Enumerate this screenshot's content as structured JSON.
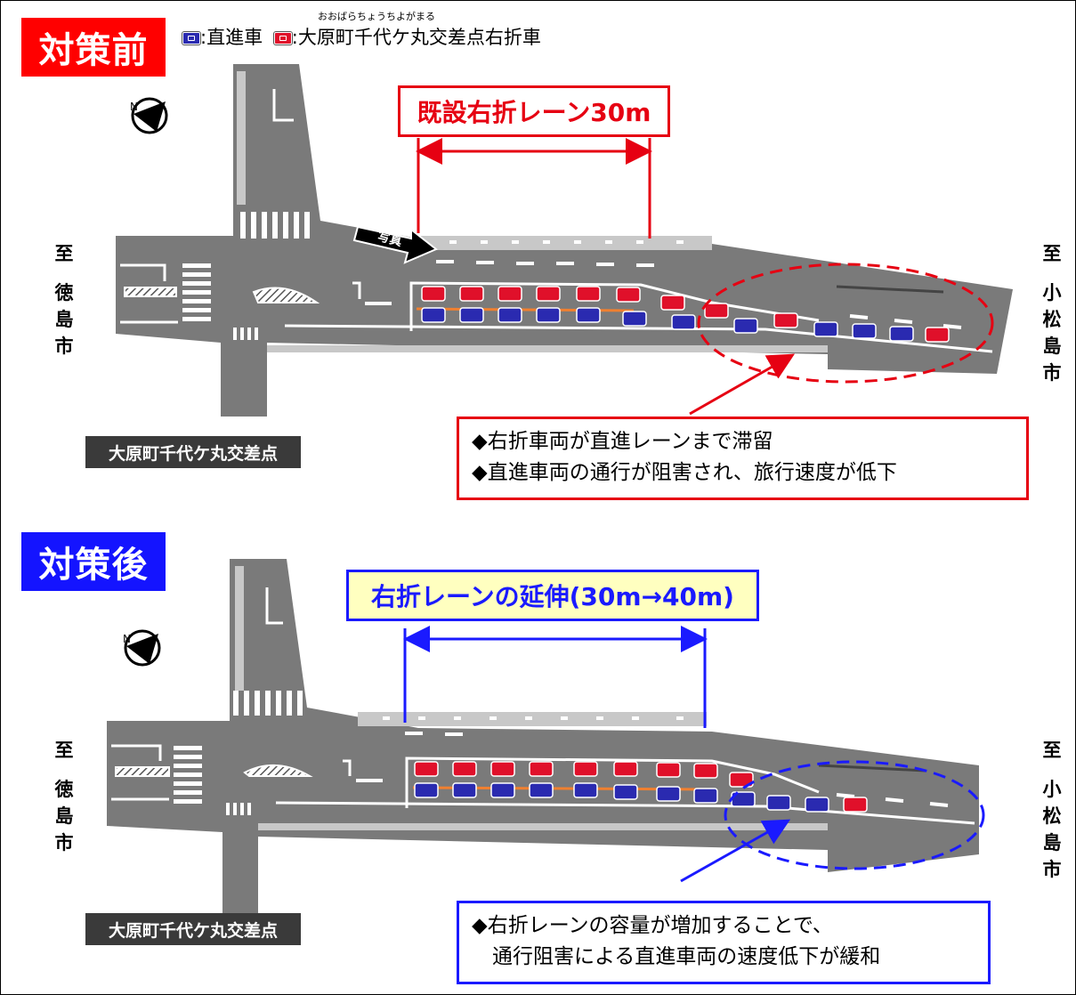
{
  "before": {
    "tag": "対策前",
    "tag_color": "#ff0000",
    "lane_label": "既設右折レーン30m",
    "intersection_label": "大原町千代ケ丸交差点",
    "photo_label": "写真",
    "notes": [
      "◆右折車両が直進レーンまで滞留",
      "◆直進車両の通行が阻害され、旅行速度が低下"
    ],
    "accent": "#e60012"
  },
  "after": {
    "tag": "対策後",
    "tag_color": "#1414ff",
    "lane_label": "右折レーンの延伸(30m→40m)",
    "intersection_label": "大原町千代ケ丸交差点",
    "notes": [
      "◆右折レーンの容量が増加することで、",
      "　通行阻害による直進車両の速度低下が緩和"
    ],
    "accent": "#1a1aff"
  },
  "legend": {
    "straight": ":直進車",
    "right_turn": ":大原町千代ケ丸交差点右折車",
    "ruby": "おおばらちょうちよがまる",
    "straight_color": "#2a2ab0",
    "right_turn_color": "#e0102a"
  },
  "destinations": {
    "left": [
      "至",
      "徳",
      "島",
      "市"
    ],
    "right": [
      "至",
      "小",
      "松",
      "島",
      "市"
    ]
  },
  "icons": [
    "north-compass-icon",
    "photo-arrow-icon",
    "straight-car-icon",
    "right-turn-car-icon"
  ]
}
